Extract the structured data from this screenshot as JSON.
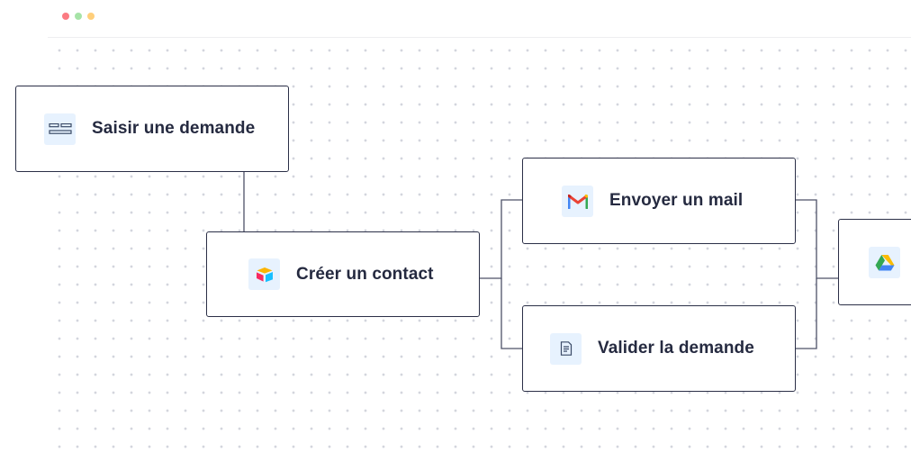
{
  "window": {
    "dot_colors": [
      "#fb7b82",
      "#a6e3a7",
      "#ffcf7b"
    ]
  },
  "colors": {
    "node_border": "#2b2f47",
    "connector": "#4d5168",
    "icon_bg": "#e7f2fe",
    "text": "#252a40"
  },
  "nodes": [
    {
      "id": "saisir",
      "label": "Saisir une demande",
      "icon": "form-icon"
    },
    {
      "id": "creer",
      "label": "Créer un contact",
      "icon": "airtable-icon"
    },
    {
      "id": "envoyer",
      "label": "Envoyer un mail",
      "icon": "gmail-icon"
    },
    {
      "id": "valider",
      "label": "Valider la demande",
      "icon": "document-icon"
    },
    {
      "id": "drive",
      "label": "",
      "icon": "google-drive-icon"
    }
  ],
  "edges": [
    [
      "saisir",
      "creer"
    ],
    [
      "creer",
      "envoyer"
    ],
    [
      "creer",
      "valider"
    ],
    [
      "envoyer",
      "drive"
    ],
    [
      "valider",
      "drive"
    ]
  ]
}
